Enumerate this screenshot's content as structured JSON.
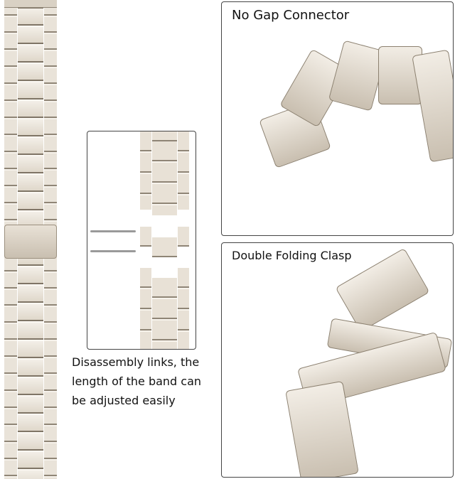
{
  "caption": [
    "Disassembly links, the",
    "length of the band can",
    "be adjusted easily"
  ],
  "panels": [
    {
      "title": "No Gap Connector"
    },
    {
      "title": "Double Folding Clasp"
    }
  ],
  "colors": {
    "metal": "#e8e1d6",
    "border": "#444444"
  }
}
